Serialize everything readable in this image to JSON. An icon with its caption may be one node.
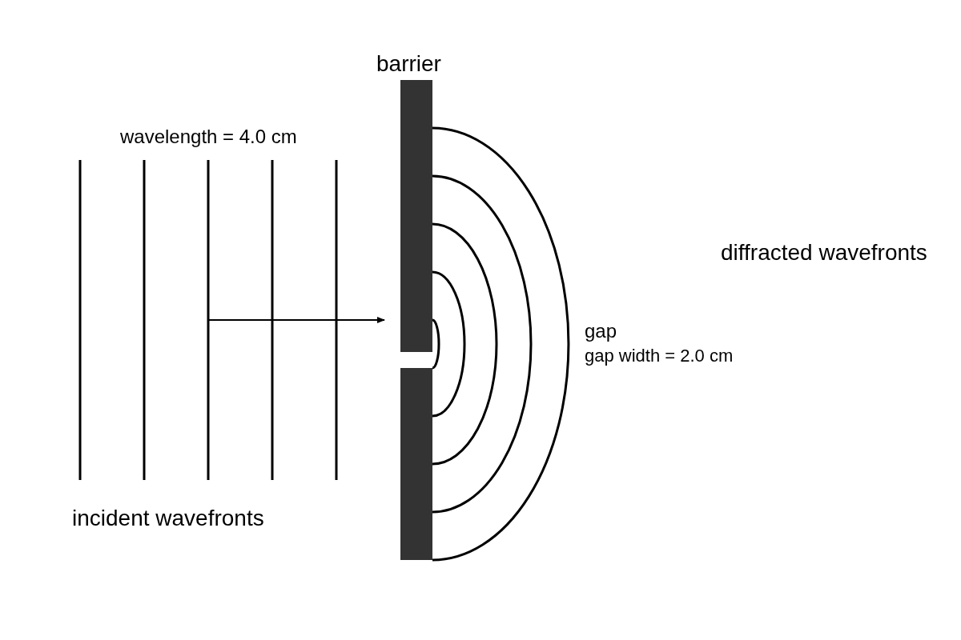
{
  "diagram": {
    "labels": [
      "barrier",
      "wavelength = 4.0 cm",
      "diffracted wavefronts",
      "gap",
      "gap width = 2.0 cm",
      "incident wavefronts"
    ]
  }
}
